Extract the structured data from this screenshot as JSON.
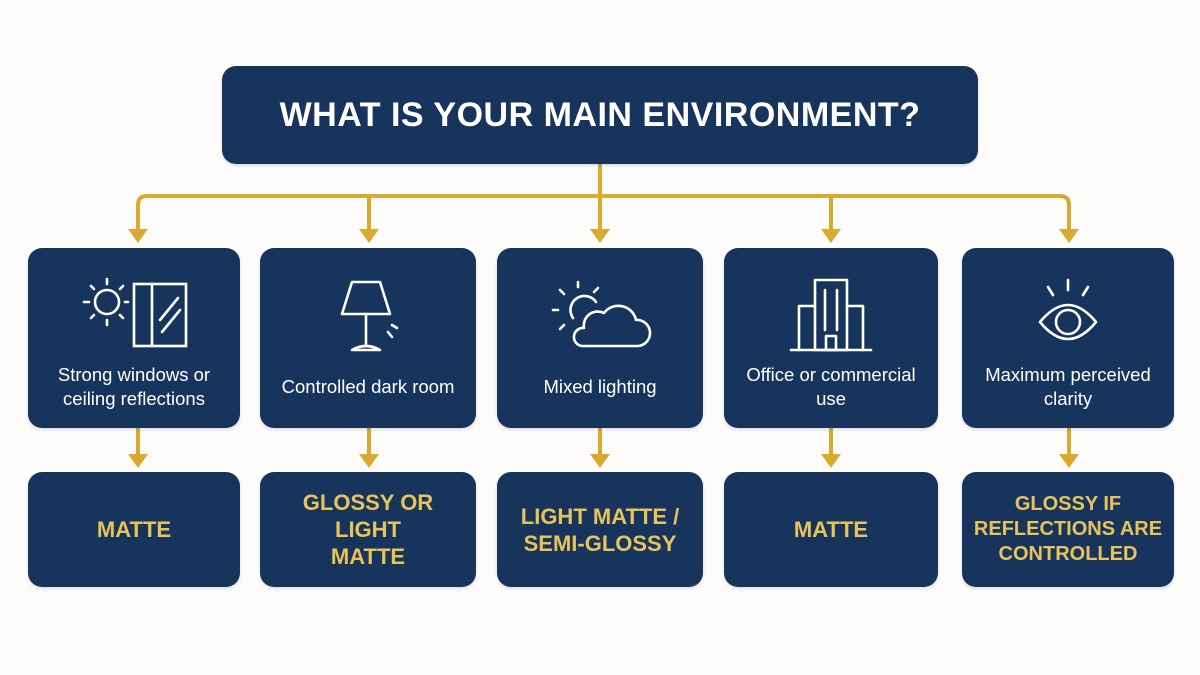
{
  "title": "WHAT IS YOUR MAIN ENVIRONMENT?",
  "colors": {
    "box": "#17355c",
    "connector": "#d8aa2e",
    "result_text": "#e8c35a",
    "label_text": "#ffffff"
  },
  "options": [
    {
      "icon": "sun-window-icon",
      "label": "Strong windows or ceiling reflections",
      "result": "MATTE"
    },
    {
      "icon": "lamp-icon",
      "label": "Controlled dark room",
      "result": "GLOSSY OR LIGHT MATTE"
    },
    {
      "icon": "sun-cloud-icon",
      "label": "Mixed lighting",
      "result": "LIGHT MATTE / SEMI-GLOSSY"
    },
    {
      "icon": "office-building-icon",
      "label": "Office or commercial use",
      "result": "MATTE"
    },
    {
      "icon": "eye-icon",
      "label": "Maximum perceived clarity",
      "result": "GLOSSY IF REFLECTIONS ARE CONTROLLED"
    }
  ]
}
